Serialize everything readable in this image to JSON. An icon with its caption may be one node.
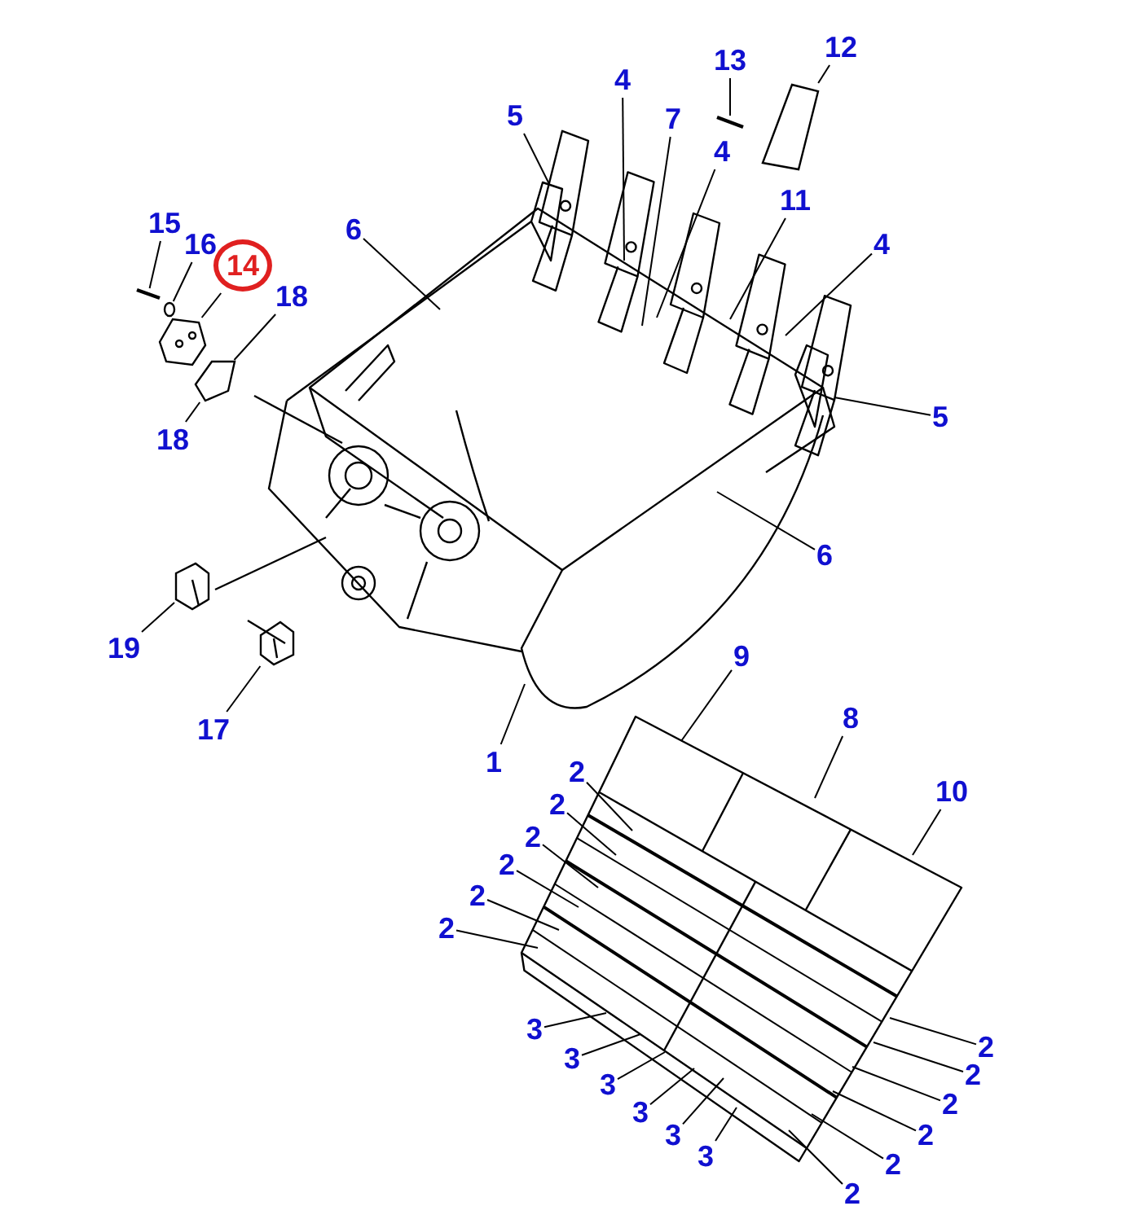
{
  "diagram": {
    "nodes": [
      {
        "text": [
          "15"
        ]
      },
      {
        "text": [
          "16"
        ]
      },
      {
        "text": [
          "14"
        ]
      },
      {
        "text": [
          "18"
        ]
      },
      {
        "text": [
          "18"
        ]
      },
      {
        "text": [
          "6"
        ]
      },
      {
        "text": [
          "5"
        ]
      },
      {
        "text": [
          "4"
        ]
      },
      {
        "text": [
          "7"
        ]
      },
      {
        "text": [
          "4"
        ]
      },
      {
        "text": [
          "13"
        ]
      },
      {
        "text": [
          "12"
        ]
      },
      {
        "text": [
          "11"
        ]
      },
      {
        "text": [
          "4"
        ]
      },
      {
        "text": [
          "5"
        ]
      },
      {
        "text": [
          "6"
        ]
      },
      {
        "text": [
          "19"
        ]
      },
      {
        "text": [
          "17"
        ]
      },
      {
        "text": [
          "1"
        ]
      },
      {
        "text": [
          "9"
        ]
      },
      {
        "text": [
          "8"
        ]
      },
      {
        "text": [
          "10"
        ]
      },
      {
        "text": [
          "2"
        ]
      },
      {
        "text": [
          "2"
        ]
      },
      {
        "text": [
          "2"
        ]
      },
      {
        "text": [
          "2"
        ]
      },
      {
        "text": [
          "2"
        ]
      },
      {
        "text": [
          "2"
        ]
      },
      {
        "text": [
          "3"
        ]
      },
      {
        "text": [
          "3"
        ]
      },
      {
        "text": [
          "3"
        ]
      },
      {
        "text": [
          "3"
        ]
      },
      {
        "text": [
          "3"
        ]
      },
      {
        "text": [
          "3"
        ]
      },
      {
        "text": [
          "2"
        ]
      },
      {
        "text": [
          "2"
        ]
      },
      {
        "text": [
          "2"
        ]
      },
      {
        "text": [
          "2"
        ]
      },
      {
        "text": [
          "2"
        ]
      },
      {
        "text": [
          "2"
        ]
      },
      {
        "text": [],
        "shape": "picture"
      },
      {
        "text": [],
        "shape": "picture"
      },
      {
        "text": [],
        "shape": "picture"
      },
      {
        "text": [],
        "shape": "picture"
      },
      {
        "text": [],
        "shape": "picture"
      },
      {
        "text": [],
        "shape": "picture"
      },
      {
        "text": [],
        "shape": "picture"
      },
      {
        "text": [],
        "shape": "picture"
      }
    ],
    "edges": [
      {
        "from": 0,
        "to": 40,
        "arrow": "none"
      },
      {
        "from": 1,
        "to": 41,
        "arrow": "none"
      },
      {
        "from": 2,
        "to": 42,
        "arrow": "none"
      },
      {
        "from": 3,
        "to": 43,
        "arrow": "none"
      },
      {
        "from": 4,
        "to": 43,
        "arrow": "none"
      },
      {
        "from": 5,
        "to": null,
        "arrow": "none"
      },
      {
        "from": 6,
        "to": null,
        "arrow": "none"
      },
      {
        "from": 7,
        "to": null,
        "arrow": "none"
      },
      {
        "from": 8,
        "to": null,
        "arrow": "none"
      },
      {
        "from": 9,
        "to": null,
        "arrow": "none"
      },
      {
        "from": 10,
        "to": 44,
        "arrow": "none"
      },
      {
        "from": 11,
        "to": 45,
        "arrow": "none"
      },
      {
        "from": 12,
        "to": null,
        "arrow": "none"
      },
      {
        "from": 13,
        "to": null,
        "arrow": "none"
      },
      {
        "from": 14,
        "to": null,
        "arrow": "none"
      },
      {
        "from": 15,
        "to": null,
        "arrow": "none"
      },
      {
        "from": 16,
        "to": 46,
        "arrow": "none"
      },
      {
        "from": 17,
        "to": 47,
        "arrow": "none"
      },
      {
        "from": 18,
        "to": null,
        "arrow": "none"
      },
      {
        "from": 19,
        "to": null,
        "arrow": "none"
      },
      {
        "from": 20,
        "to": null,
        "arrow": "none"
      },
      {
        "from": 21,
        "to": null,
        "arrow": "none"
      },
      {
        "from": 22,
        "to": null,
        "arrow": "none"
      },
      {
        "from": 23,
        "to": null,
        "arrow": "none"
      },
      {
        "from": 24,
        "to": null,
        "arrow": "none"
      },
      {
        "from": 25,
        "to": null,
        "arrow": "none"
      },
      {
        "from": 26,
        "to": null,
        "arrow": "none"
      },
      {
        "from": 27,
        "to": null,
        "arrow": "none"
      },
      {
        "from": 28,
        "to": null,
        "arrow": "none"
      },
      {
        "from": 29,
        "to": null,
        "arrow": "none"
      },
      {
        "from": 30,
        "to": null,
        "arrow": "none"
      },
      {
        "from": 31,
        "to": null,
        "arrow": "none"
      },
      {
        "from": 32,
        "to": null,
        "arrow": "none"
      },
      {
        "from": 33,
        "to": null,
        "arrow": "none"
      },
      {
        "from": 34,
        "to": null,
        "arrow": "none"
      },
      {
        "from": 35,
        "to": null,
        "arrow": "none"
      },
      {
        "from": 36,
        "to": null,
        "arrow": "none"
      },
      {
        "from": 37,
        "to": null,
        "arrow": "none"
      },
      {
        "from": 38,
        "to": null,
        "arrow": "none"
      },
      {
        "from": 39,
        "to": null,
        "arrow": "none"
      }
    ]
  }
}
